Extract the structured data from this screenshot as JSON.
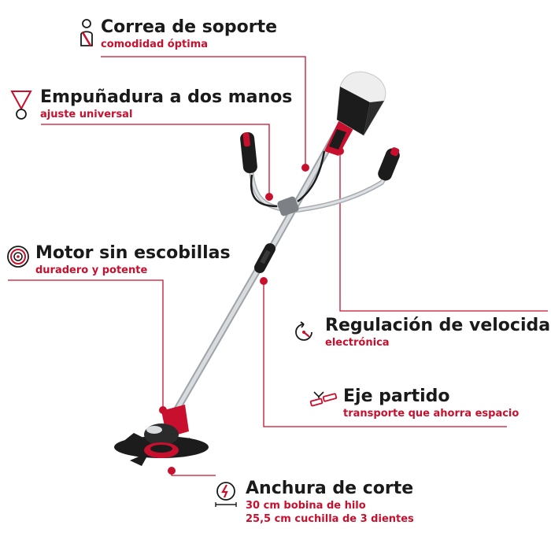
{
  "colors": {
    "accent": "#c8102e",
    "text": "#1a1a1a",
    "metal": "#c9cdd1",
    "black": "#1c1c1c"
  },
  "features": {
    "strap": {
      "icon": "strap-person-icon",
      "title": "Correa de soporte",
      "subtitle": "comodidad óptima"
    },
    "handle": {
      "icon": "two-hand-grip-icon",
      "title": "Empuñadura a dos manos",
      "subtitle": "ajuste universal"
    },
    "motor": {
      "icon": "brushless-motor-icon",
      "title": "Motor sin escobillas",
      "subtitle": "duradero y potente"
    },
    "speed": {
      "icon": "speed-regulation-icon",
      "title": "Regulación de velocidad",
      "subtitle": "electrónica"
    },
    "shaft": {
      "icon": "split-shaft-icon",
      "title": "Eje partido",
      "subtitle": "transporte que ahorra espacio"
    },
    "cutting": {
      "icon": "cutting-width-icon",
      "title": "Anchura de corte",
      "subtitle_line1": "30 cm bobina de hilo",
      "subtitle_line2": "25,5 cm cuchilla de 3 dientes"
    }
  }
}
